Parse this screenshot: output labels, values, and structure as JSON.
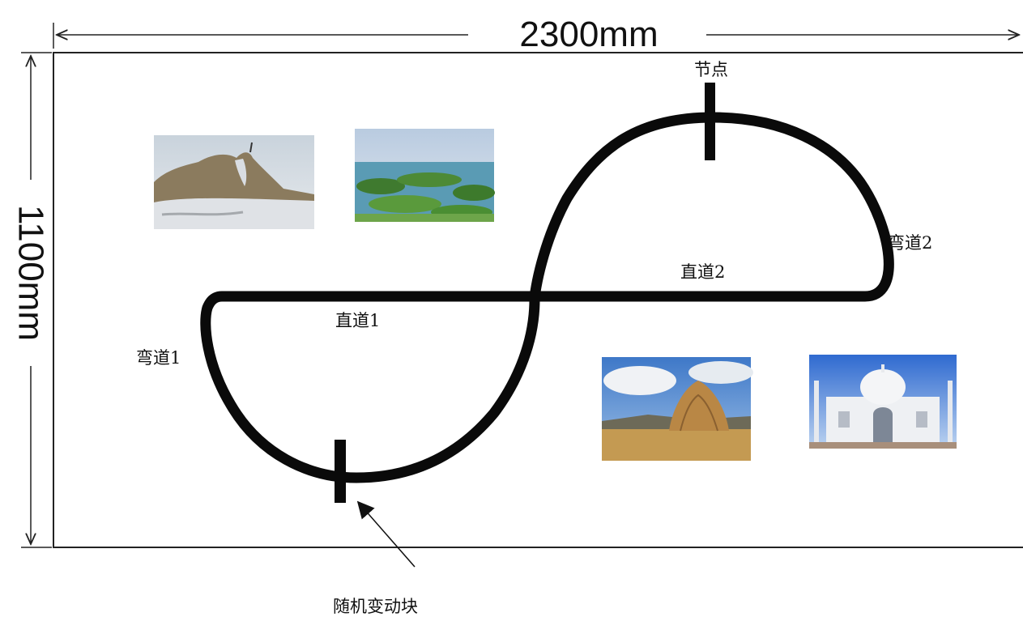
{
  "dimensions": {
    "width_label": "2300mm",
    "height_label": "1100mm"
  },
  "labels": {
    "node": "节点",
    "curve1": "弯道1",
    "curve2": "弯道2",
    "straight1": "直道1",
    "straight2": "直道2",
    "random_block": "随机变动块"
  },
  "photos": [
    {
      "subject": "rock-formation"
    },
    {
      "subject": "wetland-lake"
    },
    {
      "subject": "mud-dome-hut"
    },
    {
      "subject": "white-mausoleum"
    }
  ],
  "colors": {
    "track": "#0a0a0a",
    "border": "#222222"
  }
}
